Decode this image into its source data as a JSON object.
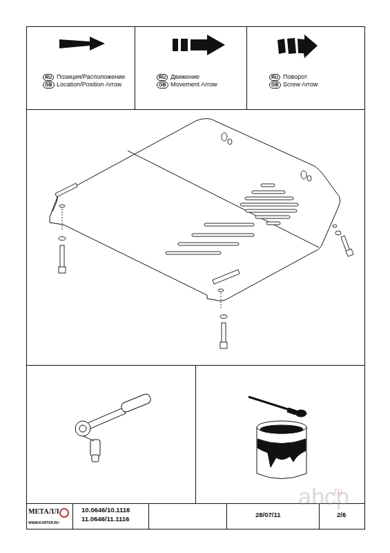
{
  "diagram": {
    "labels": [
      "RU",
      "Позиция/Расположение",
      "GB",
      "Location/Position Arrow",
      "RU",
      "Движение",
      "GB",
      "Movement Arrow",
      "RU",
      "Поворот",
      "GB",
      "Screw Arrow",
      "МЕТАЛЛ",
      "WWW.KARTER.RU",
      "10.0646/10.1116",
      "11.0646/11.1116",
      "28/07/11",
      "2/6",
      "abcp",
      ".ru"
    ]
  }
}
